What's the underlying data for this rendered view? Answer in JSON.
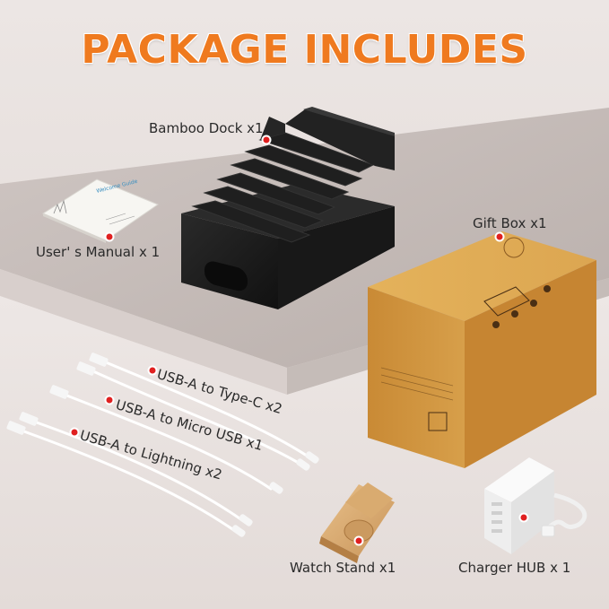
{
  "heading": "PACKAGE INCLUDES",
  "items": {
    "bamboo_dock": "Bamboo Dock x1",
    "users_manual": "User' s Manual x 1",
    "gift_box": "Gift Box x1",
    "cable_type_c": "USB-A to Type-C x2",
    "cable_micro_usb": "USB-A to Micro USB x1",
    "cable_lightning": "USB-A to Lightning x2",
    "watch_stand": "Watch Stand x1",
    "charger_hub": "Charger HUB x 1"
  },
  "manual_cover_text": "Welcome Guide",
  "colors": {
    "heading": "#ef7a1f",
    "marker": "#e02020",
    "gift_box": "#d9a044",
    "dock": "#1c1c1c"
  }
}
